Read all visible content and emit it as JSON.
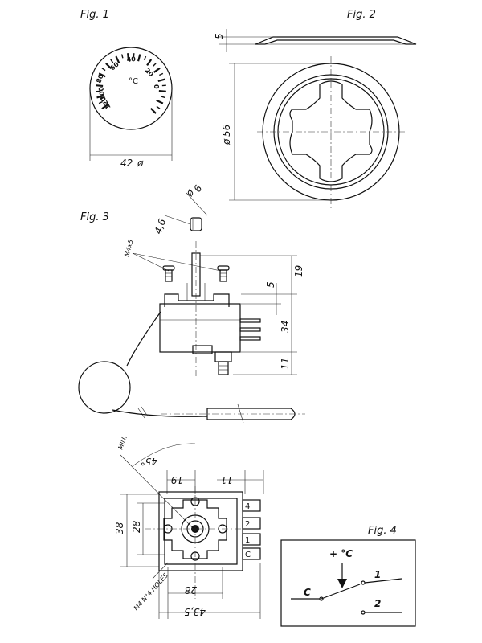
{
  "figures": {
    "fig1": {
      "label": "Fig. 1",
      "dial_numbers": [
        "120",
        "100",
        "80",
        "60",
        "40",
        "20",
        "0"
      ],
      "unit": "°C",
      "diameter_dim": "42"
    },
    "fig2": {
      "label": "Fig. 2",
      "thickness_dim": "5",
      "diameter_dim": "56"
    },
    "fig3": {
      "label": "Fig. 3",
      "shaft_diameter_dim": "6",
      "flat_dim": "4,6",
      "screw_label": "M4x5",
      "dim_5": "5",
      "dim_19": "19",
      "dim_34": "34",
      "dim_11": "11"
    },
    "front_view": {
      "min_label": "MIN.",
      "angle_label": "45°",
      "dim_19": "19",
      "dim_11": "11",
      "dim_38": "38",
      "dim_28_v": "28",
      "dim_28_h": "28",
      "dim_43_5": "43,5",
      "holes_label": "M4 N°4 HOLES",
      "terminals": [
        "1",
        "2",
        "4",
        "C"
      ]
    },
    "fig4": {
      "label": "Fig. 4",
      "temp_label": "+ °C",
      "c_label": "C",
      "contact_1": "1",
      "contact_2": "2"
    }
  }
}
